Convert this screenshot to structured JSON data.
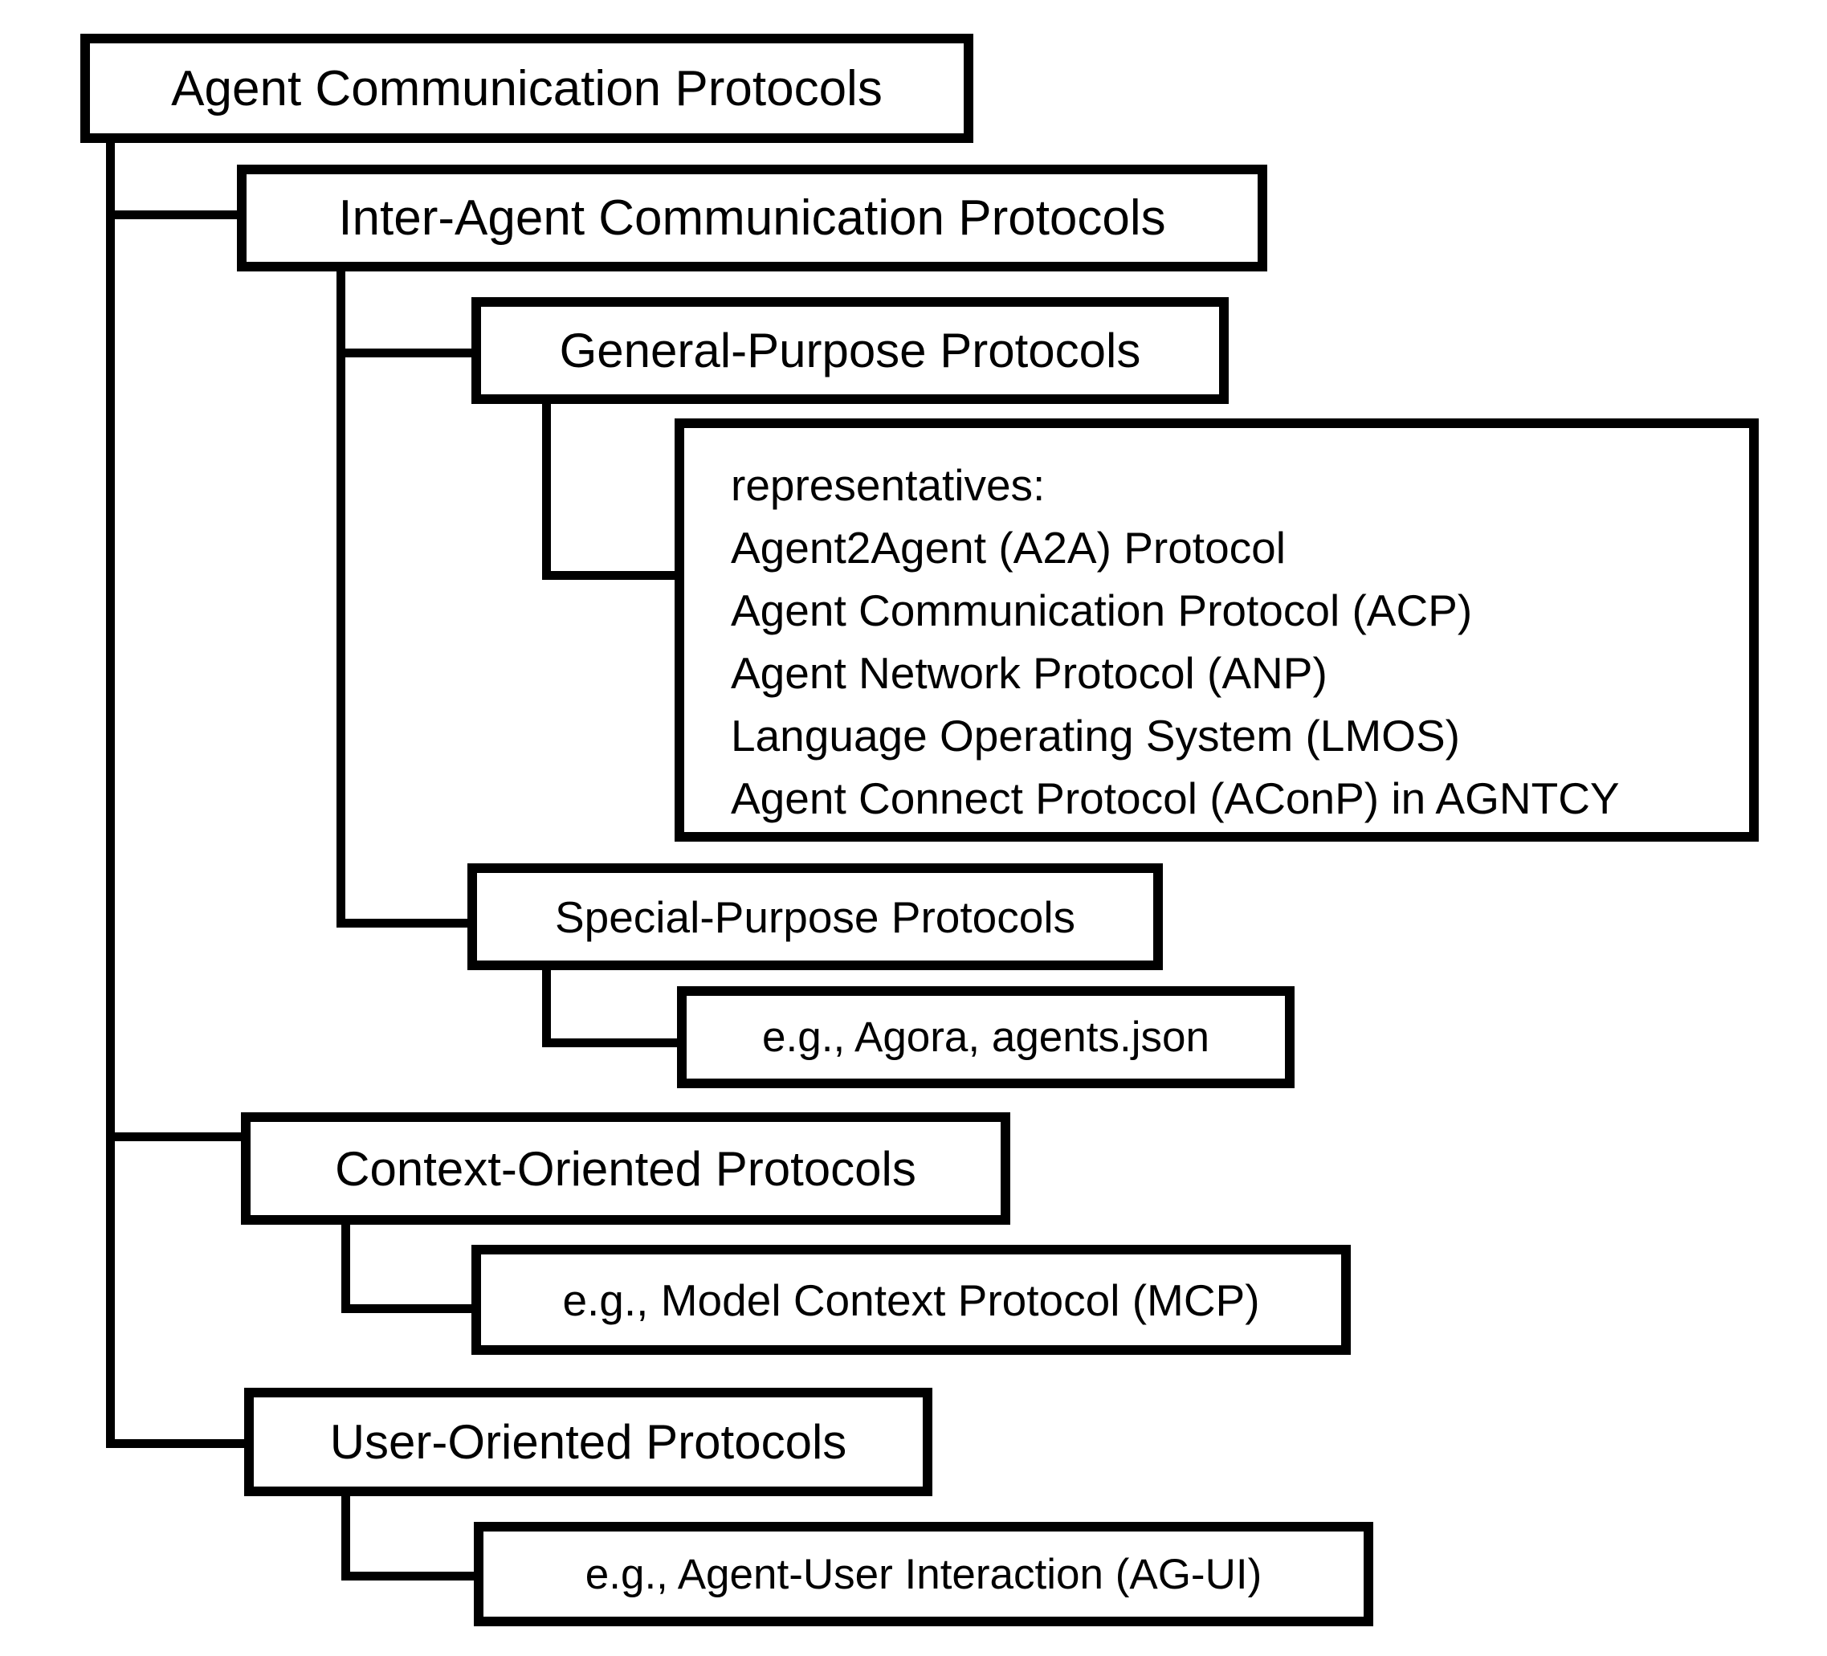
{
  "diagram": {
    "colors": {
      "line": "#000000",
      "border": "#000000",
      "fill": "#ffffff",
      "text": "#000000",
      "background": "#ffffff"
    },
    "nodes": {
      "root": {
        "label": "Agent Communication Protocols"
      },
      "inter_agent": {
        "label": "Inter-Agent Communication Protocols"
      },
      "general_purpose": {
        "label": "General-Purpose Protocols"
      },
      "general_representatives": {
        "lines": [
          "representatives:",
          "Agent2Agent (A2A) Protocol",
          "Agent Communication Protocol (ACP)",
          "Agent Network Protocol (ANP)",
          "Language Operating System (LMOS)",
          "Agent Connect Protocol (AConP) in AGNTCY"
        ]
      },
      "special_purpose": {
        "label": "Special-Purpose Protocols"
      },
      "special_examples": {
        "label": "e.g., Agora, agents.json"
      },
      "context_oriented": {
        "label": "Context-Oriented Protocols"
      },
      "context_examples": {
        "label": "e.g., Model Context Protocol (MCP)"
      },
      "user_oriented": {
        "label": "User-Oriented Protocols"
      },
      "user_examples": {
        "label": "e.g., Agent-User Interaction (AG-UI)"
      }
    }
  }
}
